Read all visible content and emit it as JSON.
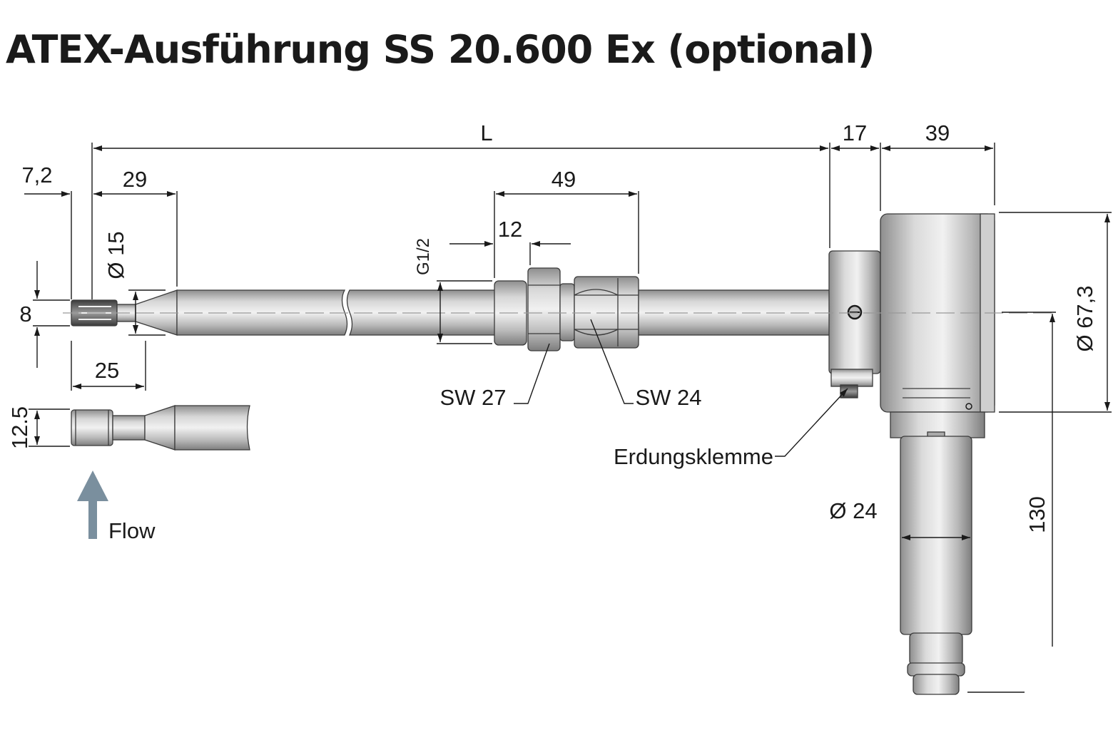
{
  "title": "ATEX-Ausführung SS 20.600 Ex (optional)",
  "dimensions": {
    "length": "L",
    "housing_neck": "17",
    "housing_depth": "39",
    "tip_offset": "7,2",
    "tip_length": "29",
    "fitting_length": "49",
    "thread_length": "12",
    "thread": "G1/2",
    "probe_diameter": "Ø 15",
    "sensor_height": "8",
    "sensor_length": "25",
    "detail_height": "12.5",
    "housing_diameter": "Ø 67,3",
    "cable_gland_diameter": "Ø 24",
    "housing_height": "130"
  },
  "labels": {
    "wrench_27": "SW 27",
    "wrench_24": "SW 24",
    "ground_clamp": "Erdungsklemme",
    "flow": "Flow"
  },
  "colors": {
    "metal_light": "#e6e6e6",
    "metal_dark": "#8c8c8c",
    "flow_arrow": "#7a8f9e",
    "line": "#1a1a1a"
  }
}
